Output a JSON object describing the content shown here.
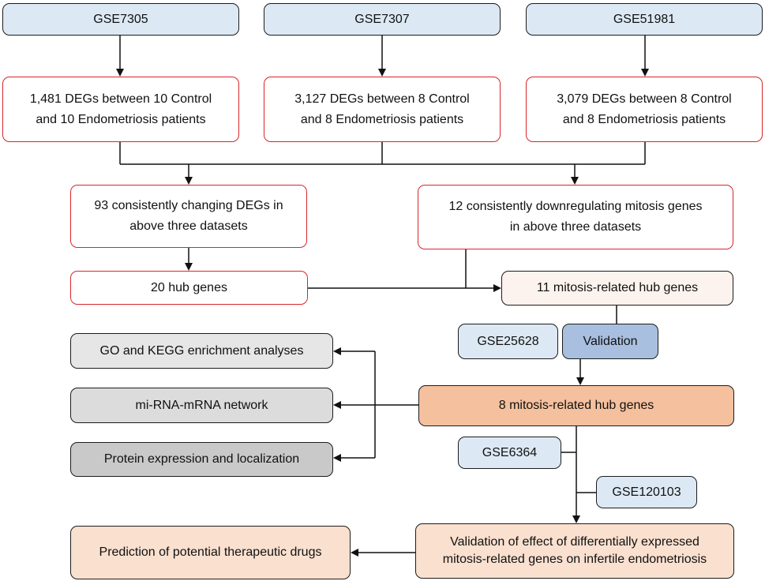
{
  "datasets": {
    "gse7305": "GSE7305",
    "gse7307": "GSE7307",
    "gse51981": "GSE51981",
    "gse25628": "GSE25628",
    "gse6364": "GSE6364",
    "gse120103": "GSE120103"
  },
  "degs": {
    "gse7305_line1": "1,481 DEGs between 10 Control",
    "gse7305_line2": "and 10 Endometriosis patients",
    "gse7307_line1": "3,127 DEGs between 8 Control",
    "gse7307_line2": "and 8 Endometriosis patients",
    "gse51981_line1": "3,079 DEGs between 8 Control",
    "gse51981_line2": "and 8 Endometriosis patients"
  },
  "consistent": {
    "changing_line1": "93 consistently changing DEGs in",
    "changing_line2": "above three datasets",
    "mitosis_line1": "12  consistently downregulating mitosis genes",
    "mitosis_line2": "in above three datasets"
  },
  "hub": {
    "hub20": "20 hub genes",
    "mitosis11": "11 mitosis-related hub genes",
    "validation": "Validation",
    "mitosis8": "8 mitosis-related hub genes"
  },
  "analyses": {
    "go_kegg": "GO and KEGG enrichment analyses",
    "mirna": "mi-RNA-mRNA network",
    "protein": "Protein expression and localization",
    "drugs": "Prediction of potential therapeutic drugs"
  },
  "final": {
    "line1": "Validation of effect of differentially expressed",
    "line2": "mitosis-related genes on infertile endometriosis"
  },
  "colors": {
    "dataset_fill": "#dce9f4",
    "deg_border": "#d8262a",
    "validation_fill": "#a9bfe0",
    "hub8_fill": "#f5c09e",
    "final_fill": "#f9e0cf"
  }
}
